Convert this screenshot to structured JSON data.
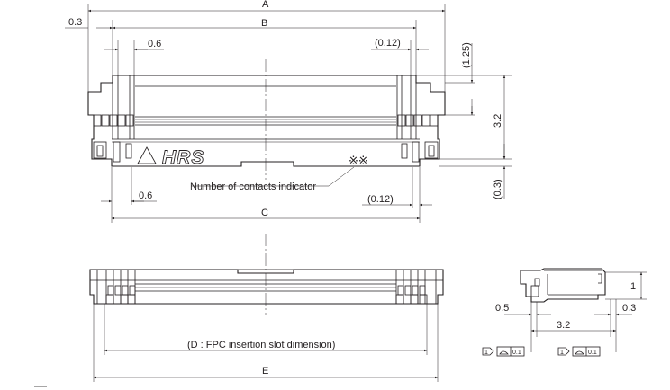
{
  "top_view": {
    "dim_a": "A",
    "dim_b": "B",
    "dim_c": "C",
    "dim_0_3": "0.3",
    "dim_0_6_top": "0.6",
    "dim_0_12_top": "(0.12)",
    "dim_1_25": "(1.25)",
    "dim_3_2": "3.2",
    "dim_0_3_right": "(0.3)",
    "dim_0_6_bottom": "0.6",
    "dim_0_12_bottom": "(0.12)",
    "contacts_label": "Number of contacts indicator",
    "contacts_marks": "※※",
    "logo_text": "HRS"
  },
  "front_view": {
    "dim_d": "(D : FPC insertion slot dimension)",
    "dim_e": "E"
  },
  "side_view": {
    "dim_1": "1",
    "dim_0_5": "0.5",
    "dim_0_3": "0.3",
    "dim_3_2": "3.2",
    "tolerance_left": {
      "datum": "1",
      "value": "0.1"
    },
    "tolerance_right": {
      "datum": "1",
      "value": "0.1"
    }
  }
}
